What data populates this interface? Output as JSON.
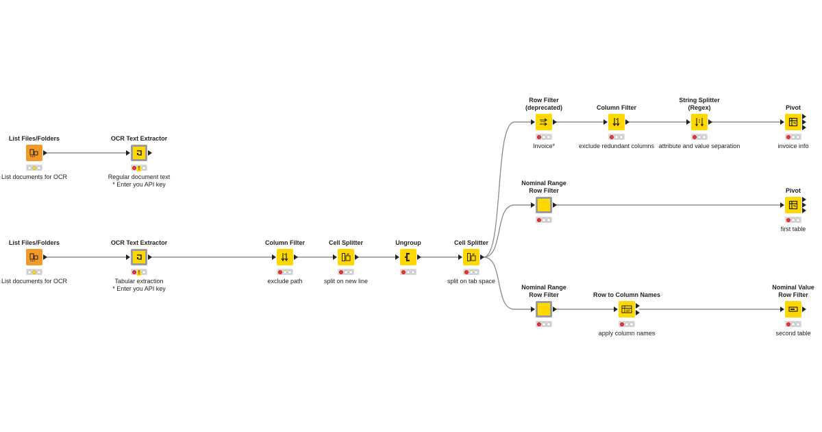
{
  "workflow": {
    "nodes": [
      {
        "id": "n1",
        "title": "List Files/Folders",
        "desc": [
          "List documents for OCR"
        ],
        "style": "orange",
        "icon": "list-files-icon",
        "lights": [
          "off",
          "yellow",
          "off"
        ],
        "warn": false,
        "in_port": false,
        "out_ports": 1
      },
      {
        "id": "n2",
        "title": "OCR Text Extractor",
        "desc": [
          "Regular document text",
          "* Enter you API key"
        ],
        "style": "grayframe",
        "icon": "ocr-icon",
        "lights": [
          "red",
          "off",
          "off"
        ],
        "warn": true,
        "in_port": true,
        "out_ports": 1
      },
      {
        "id": "n3",
        "title": "List Files/Folders",
        "desc": [
          "List documents for OCR"
        ],
        "style": "orange",
        "icon": "list-files-icon",
        "lights": [
          "off",
          "yellow",
          "off"
        ],
        "warn": false,
        "in_port": false,
        "out_ports": 1
      },
      {
        "id": "n4",
        "title": "OCR Text Extractor",
        "desc": [
          "Tabular extraction",
          "* Enter you API key"
        ],
        "style": "grayframe",
        "icon": "ocr-icon",
        "lights": [
          "red",
          "off",
          "off"
        ],
        "warn": true,
        "in_port": true,
        "out_ports": 1
      },
      {
        "id": "n5",
        "title": "Column Filter",
        "desc": [
          "exclude path"
        ],
        "style": "yellow",
        "icon": "column-filter-icon",
        "lights": [
          "red",
          "off",
          "off"
        ],
        "warn": false,
        "in_port": true,
        "out_ports": 1
      },
      {
        "id": "n6",
        "title": "Cell Splitter",
        "desc": [
          "split on new line"
        ],
        "style": "yellow",
        "icon": "cell-splitter-icon",
        "lights": [
          "red",
          "off",
          "off"
        ],
        "warn": false,
        "in_port": true,
        "out_ports": 1
      },
      {
        "id": "n7",
        "title": "Ungroup",
        "desc": [],
        "style": "yellow",
        "icon": "ungroup-icon",
        "lights": [
          "red",
          "off",
          "off"
        ],
        "warn": false,
        "in_port": true,
        "out_ports": 1
      },
      {
        "id": "n8",
        "title": "Cell Splitter",
        "desc": [
          "split on tab space"
        ],
        "style": "yellow",
        "icon": "cell-splitter-icon",
        "lights": [
          "red",
          "off",
          "off"
        ],
        "warn": false,
        "in_port": true,
        "out_ports": 1
      },
      {
        "id": "n9",
        "title": "Row Filter\n(deprecated)",
        "desc": [
          "Invoice*"
        ],
        "style": "yellow",
        "icon": "row-filter-icon",
        "lights": [
          "red",
          "off",
          "off"
        ],
        "warn": false,
        "in_port": true,
        "out_ports": 1
      },
      {
        "id": "n10",
        "title": "Column Filter",
        "desc": [
          "exclude redundant columns"
        ],
        "style": "yellow",
        "icon": "column-filter-icon",
        "lights": [
          "red",
          "off",
          "off"
        ],
        "warn": false,
        "in_port": true,
        "out_ports": 1
      },
      {
        "id": "n11",
        "title": "String Splitter\n(Regex)",
        "desc": [
          "attribute and value separation"
        ],
        "style": "yellow",
        "icon": "string-splitter-icon",
        "lights": [
          "red",
          "off",
          "off"
        ],
        "warn": false,
        "in_port": true,
        "out_ports": 1
      },
      {
        "id": "n12",
        "title": "Pivot",
        "desc": [
          "invoice info"
        ],
        "style": "yellow",
        "icon": "pivot-icon",
        "lights": [
          "red",
          "off",
          "off"
        ],
        "warn": false,
        "in_port": true,
        "out_ports": 3
      },
      {
        "id": "n13",
        "title": "Nominal Range\nRow Filter",
        "desc": [],
        "style": "grayframe",
        "icon": "nominal-range-icon",
        "lights": [
          "red",
          "off",
          "off"
        ],
        "warn": false,
        "in_port": true,
        "out_ports": 1
      },
      {
        "id": "n14",
        "title": "Pivot",
        "desc": [
          "first table"
        ],
        "style": "yellow",
        "icon": "pivot-icon",
        "lights": [
          "red",
          "off",
          "off"
        ],
        "warn": false,
        "in_port": true,
        "out_ports": 3
      },
      {
        "id": "n15",
        "title": "Nominal Range\nRow Filter",
        "desc": [],
        "style": "grayframe",
        "icon": "nominal-range-icon",
        "lights": [
          "red",
          "off",
          "off"
        ],
        "warn": false,
        "in_port": true,
        "out_ports": 1
      },
      {
        "id": "n16",
        "title": "Row to Column Names",
        "desc": [
          "apply column names"
        ],
        "style": "yellow",
        "icon": "row-to-column-icon",
        "lights": [
          "red",
          "off",
          "off"
        ],
        "warn": false,
        "in_port": true,
        "out_ports": 2
      },
      {
        "id": "n17",
        "title": "Nominal Value\nRow Filter",
        "desc": [
          "second table"
        ],
        "style": "yellow",
        "icon": "nominal-value-icon",
        "lights": [
          "red",
          "off",
          "off"
        ],
        "warn": false,
        "in_port": true,
        "out_ports": 1
      }
    ],
    "connections": [
      [
        "n1",
        "n2"
      ],
      [
        "n3",
        "n4"
      ],
      [
        "n4",
        "n5"
      ],
      [
        "n5",
        "n6"
      ],
      [
        "n6",
        "n7"
      ],
      [
        "n7",
        "n8"
      ],
      [
        "n8",
        "n9"
      ],
      [
        "n8",
        "n13"
      ],
      [
        "n8",
        "n15"
      ],
      [
        "n9",
        "n10"
      ],
      [
        "n10",
        "n11"
      ],
      [
        "n11",
        "n12"
      ],
      [
        "n13",
        "n14"
      ],
      [
        "n15",
        "n16"
      ],
      [
        "n16",
        "n17"
      ]
    ],
    "colors": {
      "node_yellow": "#ffd800",
      "node_orange": "#f39a2b",
      "frame_gray": "#9c9c9c",
      "wire": "#8f8f8f"
    }
  }
}
